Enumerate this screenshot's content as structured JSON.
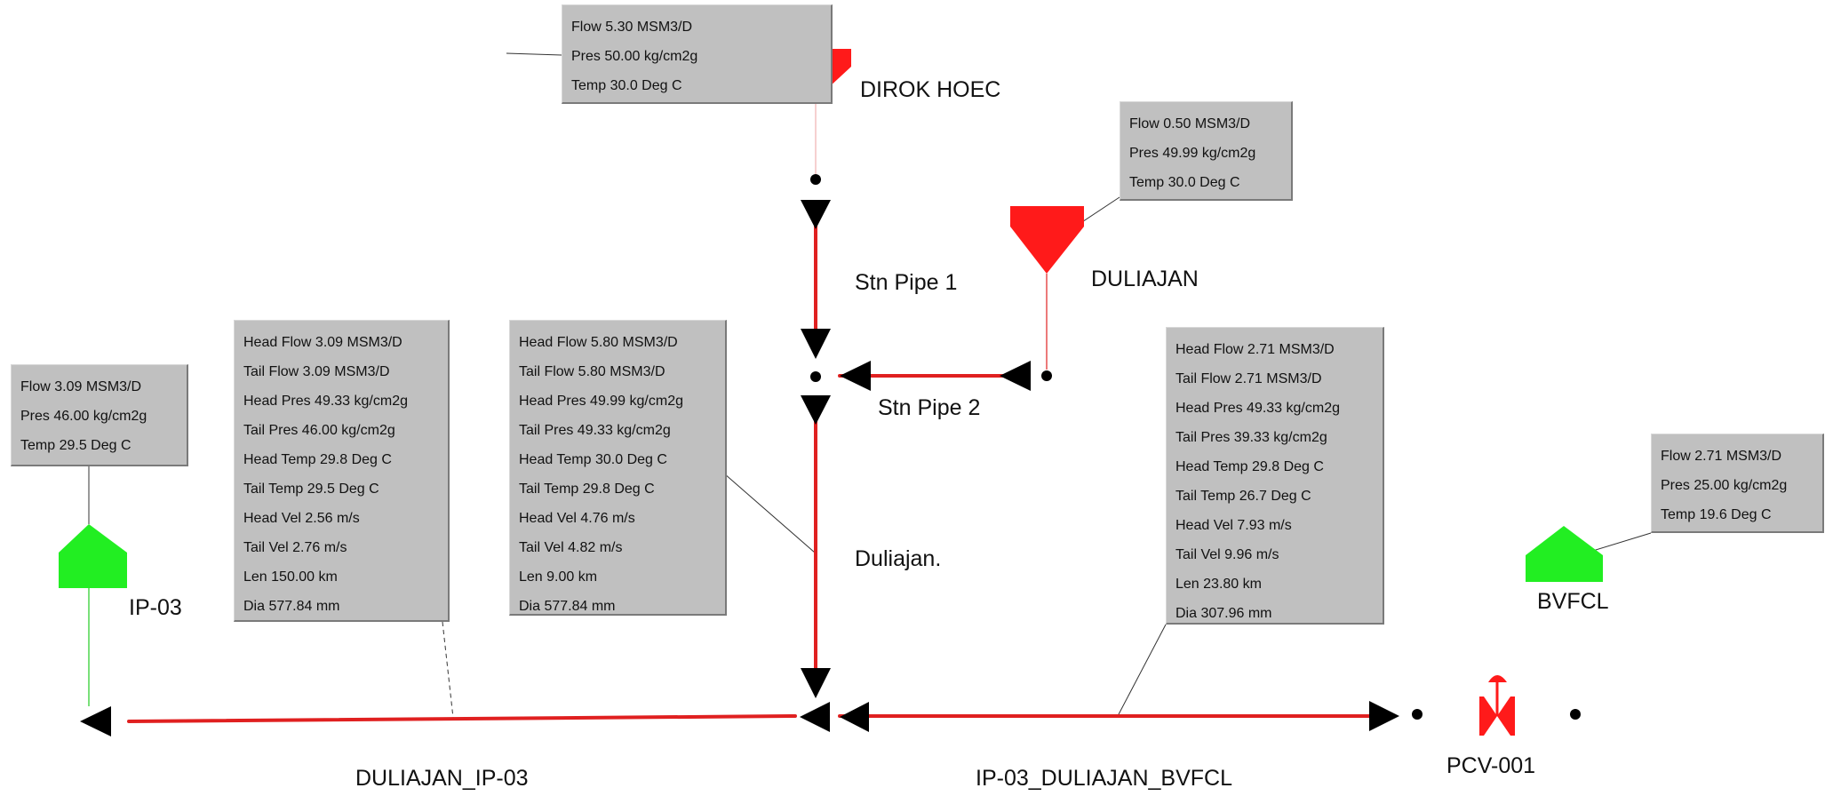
{
  "colors": {
    "pipe": "#e02020",
    "source": "#ff1a1a",
    "sink": "#22ee22",
    "box_bg": "#c0c0c0",
    "valve": "#ff1a1a"
  },
  "nodes": {
    "dirok": {
      "name": "DIROK HOEC",
      "icon": "source-node-icon",
      "data": [
        "Flow 5.30 MSM3/D",
        "Pres 50.00 kg/cm2g",
        "Temp 30.0 Deg C"
      ]
    },
    "duliajan": {
      "name": "DULIAJAN",
      "icon": "source-node-icon",
      "data": [
        "Flow 0.50 MSM3/D",
        "Pres 49.99 kg/cm2g",
        "Temp 30.0 Deg C"
      ]
    },
    "ip03": {
      "name": "IP-03",
      "icon": "sink-node-icon",
      "data": [
        "Flow 3.09 MSM3/D",
        "Pres 46.00 kg/cm2g",
        "Temp 29.5 Deg C"
      ]
    },
    "bvfcl": {
      "name": "BVFCL",
      "icon": "sink-node-icon",
      "data": [
        "Flow 2.71 MSM3/D",
        "Pres 25.00 kg/cm2g",
        "Temp 19.6 Deg C"
      ]
    },
    "pcv": {
      "name": "PCV-001",
      "icon": "control-valve-icon"
    }
  },
  "pipes": {
    "stn_pipe_1": {
      "name": "Stn Pipe 1"
    },
    "stn_pipe_2": {
      "name": "Stn Pipe 2"
    },
    "duliajan_dot": {
      "name": "Duliajan.",
      "data": [
        "Head Flow 5.80 MSM3/D",
        "Tail Flow 5.80 MSM3/D",
        "Head Pres 49.99 kg/cm2g",
        "Tail Pres 49.33 kg/cm2g",
        "Head Temp 30.0 Deg C",
        "Tail Temp 29.8 Deg C",
        "Head Vel 4.76 m/s",
        "Tail Vel 4.82 m/s",
        "Len 9.00 km",
        "Dia 577.84 mm"
      ]
    },
    "duliajan_ip03": {
      "name": "DULIAJAN_IP-03",
      "data": [
        "Head Flow 3.09 MSM3/D",
        "Tail Flow 3.09 MSM3/D",
        "Head Pres 49.33 kg/cm2g",
        "Tail Pres 46.00 kg/cm2g",
        "Head Temp 29.8 Deg C",
        "Tail Temp 29.5 Deg C",
        "Head Vel 2.56 m/s",
        "Tail Vel 2.76 m/s",
        "Len 150.00 km",
        "Dia 577.84 mm"
      ]
    },
    "ip03_duliajan_bvfcl": {
      "name": "IP-03_DULIAJAN_BVFCL",
      "data": [
        "Head Flow 2.71 MSM3/D",
        "Tail Flow 2.71 MSM3/D",
        "Head Pres 49.33 kg/cm2g",
        "Tail Pres 39.33 kg/cm2g",
        "Head Temp 29.8 Deg C",
        "Tail Temp 26.7 Deg C",
        "Head Vel 7.93 m/s",
        "Tail Vel 9.96 m/s",
        "Len 23.80 km",
        "Dia 307.96 mm"
      ]
    }
  }
}
